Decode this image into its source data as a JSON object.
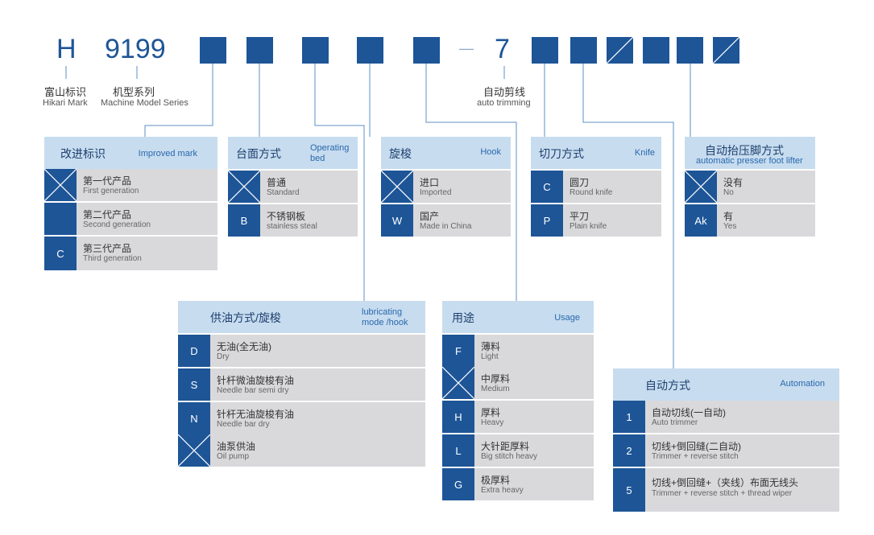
{
  "header": {
    "brand_code": "H",
    "model_code": "9199",
    "separator": "—",
    "auto_trim_code": "7",
    "brand_cn": "富山标识",
    "brand_en": "Hikari Mark",
    "model_cn": "机型系列",
    "model_en": "Machine Model Series",
    "auto_cn": "自动剪线",
    "auto_en": "auto trimming"
  },
  "panels": {
    "improved": {
      "title_cn": "改进标识",
      "title_en": "Improved mark",
      "rows": [
        {
          "code": "",
          "cn": "第一代产品",
          "en": "First generation"
        },
        {
          "code": "",
          "cn": "第二代产品",
          "en": "Second generation"
        },
        {
          "code": "C",
          "cn": "第三代产品",
          "en": "Third generation"
        }
      ]
    },
    "bed": {
      "title_cn": "台面方式",
      "title_en_1": "Operating",
      "title_en_2": "bed",
      "rows": [
        {
          "code": "",
          "cn": "普通",
          "en": "Standard"
        },
        {
          "code": "B",
          "cn": "不锈钢板",
          "en": "stainless steal"
        }
      ]
    },
    "hook": {
      "title_cn": "旋梭",
      "title_en": "Hook",
      "rows": [
        {
          "code": "",
          "cn": "进口",
          "en": "Imported"
        },
        {
          "code": "W",
          "cn": "国产",
          "en": "Made in China"
        }
      ]
    },
    "knife": {
      "title_cn": "切刀方式",
      "title_en": "Knife",
      "rows": [
        {
          "code": "C",
          "cn": "圆刀",
          "en": "Round knife"
        },
        {
          "code": "P",
          "cn": "平刀",
          "en": "Plain knife"
        }
      ]
    },
    "lifter": {
      "title_cn": "自动抬压脚方式",
      "title_en": "automatic  presser foot  lifter",
      "rows": [
        {
          "code": "",
          "cn": "没有",
          "en": "No"
        },
        {
          "code": "Ak",
          "cn": "有",
          "en": "Yes"
        }
      ]
    },
    "lube": {
      "title_cn": "供油方式/旋梭",
      "title_en_1": "lubricating",
      "title_en_2": "mode /hook",
      "rows": [
        {
          "code": "D",
          "cn": "无油(全无油)",
          "en": "Dry"
        },
        {
          "code": "S",
          "cn": "针杆微油旋梭有油",
          "en": "Needle bar semi dry"
        },
        {
          "code": "N",
          "cn": "针杆无油旋梭有油",
          "en": "Needle bar  dry"
        },
        {
          "code": "",
          "cn": "油泵供油",
          "en": "Oil pump"
        }
      ]
    },
    "usage": {
      "title_cn": "用途",
      "title_en": "Usage",
      "rows": [
        {
          "code": "F",
          "cn": "薄料",
          "en": "Light"
        },
        {
          "code": "",
          "cn": "中厚料",
          "en": "Medium"
        },
        {
          "code": "H",
          "cn": "厚料",
          "en": "Heavy"
        },
        {
          "code": "L",
          "cn": "大针距厚料",
          "en": "Big stitch heavy"
        },
        {
          "code": "G",
          "cn": "极厚料",
          "en": "Extra heavy"
        }
      ]
    },
    "automation": {
      "title_cn": "自动方式",
      "title_en": "Automation",
      "rows": [
        {
          "code": "1",
          "cn": "自动切线(一自动)",
          "en": "Auto trimmer"
        },
        {
          "code": "2",
          "cn": "切线+倒回缝(二自动)",
          "en": "Trimmer + reverse stitch"
        },
        {
          "code": "5",
          "cn": "切线+倒回缝+（夹线）布面无线头",
          "en": "Trimmer + reverse stitch + thread wiper"
        }
      ]
    }
  },
  "colors": {
    "accent": "#1d5597",
    "header_bg": "#c7dcef",
    "row_bg": "#d9d9dc",
    "line": "#5d8fc4"
  },
  "icons": {
    "cross": "cross-icon",
    "slash": "slash-icon"
  }
}
